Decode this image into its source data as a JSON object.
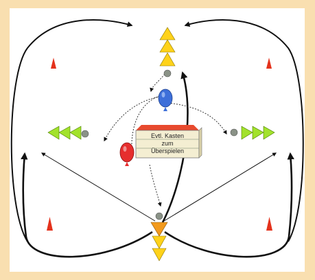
{
  "colors": {
    "background": "#f9dfb0",
    "field": "#ffffff",
    "triangle_yellow": "#ffd21a",
    "triangle_green": "#a2e22c",
    "triangle_orange": "#f29a1d",
    "cone_red": "#e4321c",
    "ball_blue": "#3d6fd9",
    "ball_red": "#e62e2e",
    "marker_gray": "#8a9287",
    "box_top": "#e84a2e",
    "box_body": "#f4eed2",
    "line": "#111111"
  },
  "box": {
    "line1": "Evtl. Kasten",
    "line2": "zum",
    "line3": "Überspielen"
  }
}
